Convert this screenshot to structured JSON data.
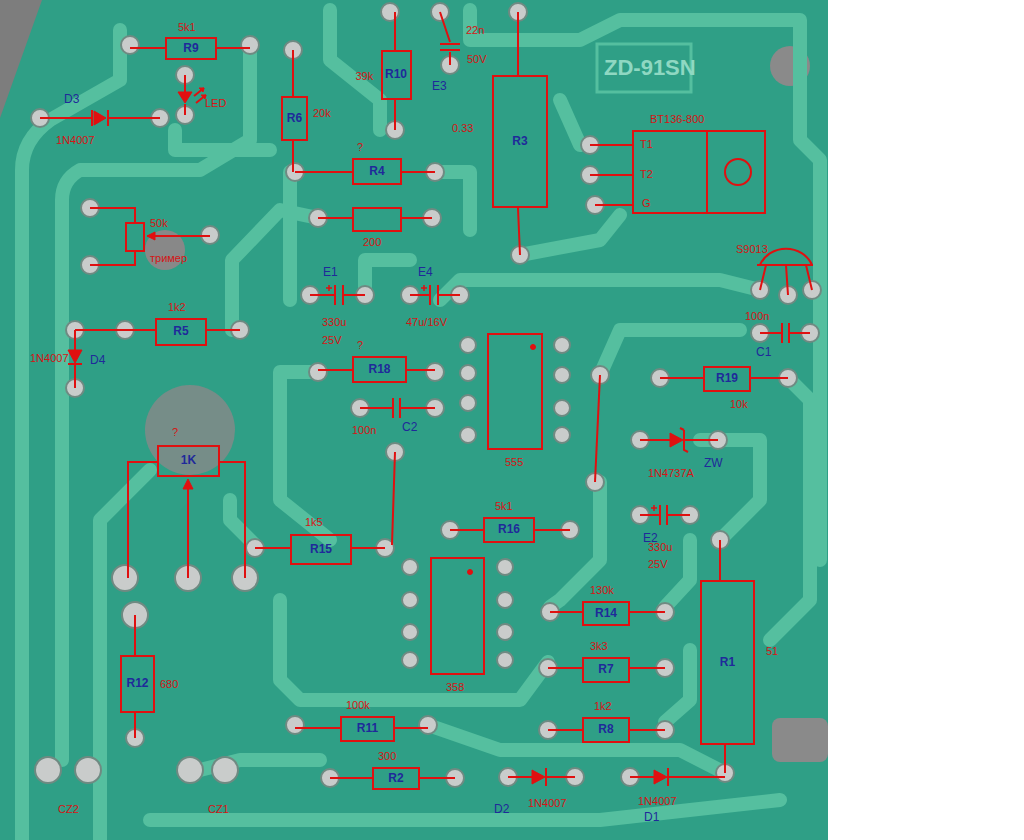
{
  "diagram": {
    "nodes": [
      {
        "text": [
          "R9",
          "5k1"
        ]
      },
      {
        "text": [
          "R10",
          "39k"
        ]
      },
      {
        "text": [
          "R6",
          "20k"
        ]
      },
      {
        "text": [
          "R3",
          "0.33"
        ]
      },
      {
        "text": [
          "BT136-800",
          "T1",
          "T2",
          "G"
        ]
      },
      {
        "text": [
          "R4",
          "?"
        ]
      },
      {
        "text": [
          "200"
        ]
      },
      {
        "text": [
          "50k",
          "тример"
        ]
      },
      {
        "text": [
          "R5",
          "1k2"
        ]
      },
      {
        "text": [
          "R18",
          "?"
        ]
      },
      {
        "text": [
          "555"
        ]
      },
      {
        "text": [
          "R19",
          "10k"
        ]
      },
      {
        "text": [
          "1K",
          "?"
        ]
      },
      {
        "text": [
          "R16",
          "5k1"
        ]
      },
      {
        "text": [
          "R15",
          "1k5"
        ]
      },
      {
        "text": [
          "358"
        ]
      },
      {
        "text": [
          "R14",
          "130k"
        ]
      },
      {
        "text": [
          "R1",
          "51"
        ]
      },
      {
        "text": [
          "R12",
          "680"
        ]
      },
      {
        "text": [
          "R7",
          "3k3"
        ]
      },
      {
        "text": [
          "R11",
          "100k"
        ]
      },
      {
        "text": [
          "R8",
          "1k2"
        ]
      },
      {
        "text": [
          "R2",
          "300"
        ]
      }
    ],
    "labels": [
      "22n",
      "50V",
      "E3",
      "D3",
      "LED",
      "1N4007",
      "ZD-91SN",
      "S9013",
      "E1",
      "330u",
      "25V",
      "E4",
      "47u/16V",
      "1N4007",
      "D4",
      "C1",
      "100n",
      "C2",
      "100n",
      "1N4737A",
      "ZW",
      "E2",
      "330u",
      "25V",
      "D2",
      "1N4007",
      "D1",
      "1N4007",
      "CZ2",
      "CZ1"
    ]
  }
}
